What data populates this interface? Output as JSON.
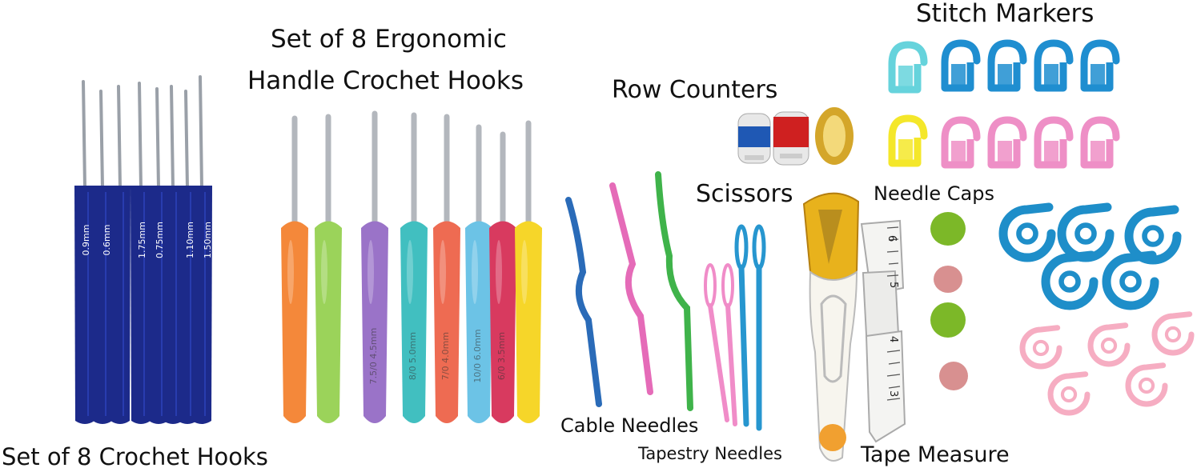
{
  "labels": {
    "crochet_hooks": "Set of 8 Crochet Hooks",
    "ergonomic_line1": "Set of 8 Ergonomic",
    "ergonomic_line2": "Handle Crochet Hooks",
    "row_counters": "Row Counters",
    "stitch_markers": "Stitch Markers",
    "scissors": "Scissors",
    "needle_caps": "Needle Caps",
    "cable_needles": "Cable Needles",
    "tapestry_needles": "Tapestry Needles",
    "tape_measure": "Tape Measure"
  },
  "steel_hook_sizes": [
    "0.9mm",
    "0.6mm",
    "1.75mm",
    "0.75mm",
    "1.10mm",
    "1.50mm"
  ],
  "ergonomic_hook_sizes": [
    "7.5/0  4.5mm",
    "8/0  5.0mm",
    "7/0  4.0mm",
    "10/0  6.0mm",
    "6/0  3.5mm"
  ],
  "tape_numbers": [
    "6",
    "5",
    "4",
    "3"
  ],
  "colors": {
    "steel_handle": "#1c2a8a",
    "ergonomic": [
      "#f4883a",
      "#9bd35a",
      "#9a73c8",
      "#41bfc0",
      "#ee6b52",
      "#6cc3e6",
      "#d83a5f",
      "#f6d629"
    ],
    "cable_needles": [
      "#2a6bb8",
      "#e56bb8",
      "#3fb34a"
    ],
    "tapestry_pink": "#f08cc8",
    "tapestry_blue": "#2796cf",
    "row_counter_blue": "#1f58b4",
    "row_counter_red": "#cf2020",
    "stitch_marker_aqua": "#66d3dc",
    "stitch_marker_blue": "#1f8ed0",
    "stitch_marker_yellow": "#f4e72a",
    "stitch_marker_pink": "#ee8fc6",
    "needle_cap_green": "#7cb828",
    "needle_cap_pink": "#d89090",
    "ring_blue": "#1e8ec9",
    "ring_pink": "#f6adc2",
    "scissors_amber": "#e8b21c",
    "tape_white": "#f2f2f0"
  }
}
